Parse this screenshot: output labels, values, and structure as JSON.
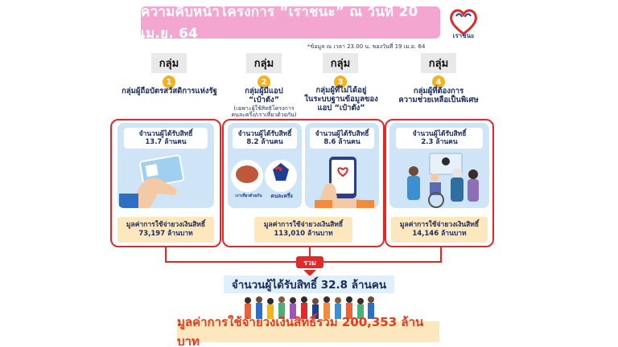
{
  "header": {
    "title": "ความคืบหน้าโครงการ “เราชนะ” ณ วันที่ 20 เม.ย. 64",
    "logo_text": "เราชนะ",
    "note": "*ข้อมูล ณ เวลา 23.00 น. ของวันที่ 19 เม.ย. 64"
  },
  "groups": [
    {
      "label": "กลุ่ม",
      "number": "1",
      "desc": "กลุ่มผู้ถือบัตรสวัสดิการแห่งรัฐ",
      "sub": ""
    },
    {
      "label": "กลุ่ม",
      "number": "2",
      "desc_line1": "กลุ่มผู้มีแอป",
      "desc_line2": "“เป๋าตัง”",
      "sub_line1": "(เฉพาะผู้ใช้สิทธิโครงการ",
      "sub_line2": "คนละครึ่ง/เราเที่ยวด้วยกัน)"
    },
    {
      "label": "กลุ่ม",
      "number": "3",
      "desc_line1": "กลุ่มผู้ที่ไม่ได้อยู่",
      "desc_line2": "ในระบบฐานข้อมูลของ",
      "desc_line3": "แอป “เป๋าตัง”"
    },
    {
      "label": "กลุ่ม",
      "number": "4",
      "desc_line1": "กลุ่มผู้ที่ต้องการ",
      "desc_line2": "ความช่วยเหลือเป็นพิเศษ"
    }
  ],
  "cards": [
    {
      "header": "จำนวนผู้ได้รับสิทธิ์",
      "count": "13.7 ล้านคน"
    },
    {
      "header": "จำนวนผู้ได้รับสิทธิ์",
      "count": "8.2 ล้านคน",
      "badge1": "เราเที่ยวด้วยกัน",
      "badge2": "คนละครึ่ง"
    },
    {
      "header": "จำนวนผู้ได้รับสิทธิ์",
      "count": "8.6 ล้านคน"
    },
    {
      "header": "จำนวนผู้ได้รับสิทธิ์",
      "count": "2.3 ล้านคน"
    }
  ],
  "values": [
    {
      "label": "มูลค่าการใช้จ่ายวงเงินสิทธิ์",
      "amount": "73,197 ล้านบาท"
    },
    {
      "label": "มูลค่าการใช้จ่ายวงเงินสิทธิ์",
      "amount": "113,010 ล้านบาท"
    },
    {
      "label": "มูลค่าการใช้จ่ายวงเงินสิทธิ์",
      "amount": "14,146 ล้านบาท"
    }
  ],
  "summary": {
    "sum_label": "รวม",
    "total_people": "จำนวนผู้ได้รับสิทธิ์ 32.8 ล้านคน",
    "total_value": "มูลค่าการใช้จ่ายวงเงินสิทธิ์รวม 200,353 ล้านบาท"
  },
  "colors": {
    "banner": "#f3a6cf",
    "frame": "#e02a2a",
    "value_box": "#fde7bf",
    "accent_number": "#f5b21a",
    "text": "#1a2b5c"
  }
}
